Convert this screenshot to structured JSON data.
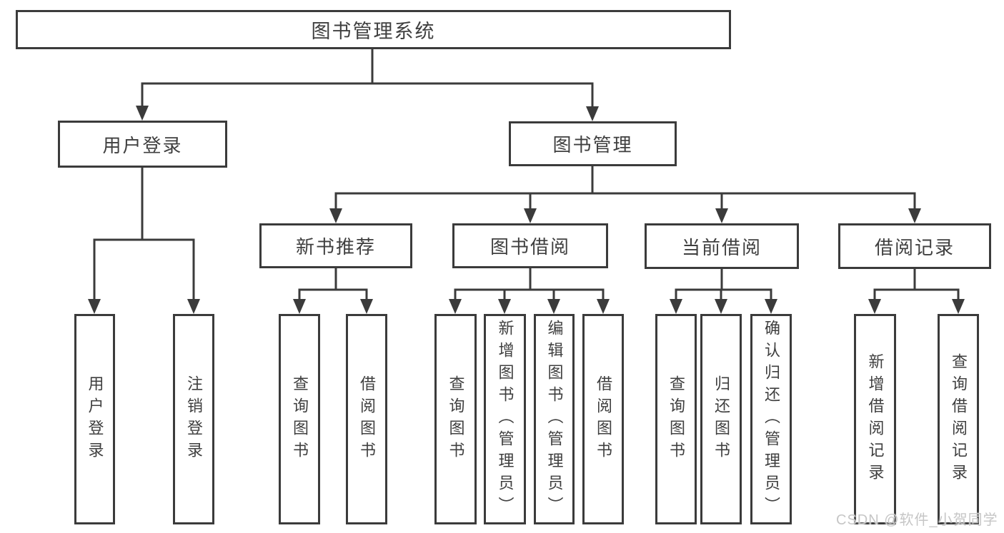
{
  "diagram": {
    "root": {
      "label": "图书管理系统"
    },
    "level2": [
      {
        "label": "用户登录"
      },
      {
        "label": "图书管理"
      }
    ],
    "level3": [
      {
        "label": "新书推荐",
        "parent": "图书管理"
      },
      {
        "label": "图书借阅",
        "parent": "图书管理"
      },
      {
        "label": "当前借阅",
        "parent": "图书管理"
      },
      {
        "label": "借阅记录",
        "parent": "图书管理"
      }
    ],
    "leaves": [
      {
        "label": "用户登录",
        "parent": "用户登录"
      },
      {
        "label": "注销登录",
        "parent": "用户登录"
      },
      {
        "label": "查询图书",
        "parent": "新书推荐"
      },
      {
        "label": "借阅图书",
        "parent": "新书推荐"
      },
      {
        "label": "查询图书",
        "parent": "图书借阅"
      },
      {
        "label": "新增图书（管理员）",
        "parent": "图书借阅"
      },
      {
        "label": "编辑图书（管理员）",
        "parent": "图书借阅"
      },
      {
        "label": "借阅图书",
        "parent": "图书借阅"
      },
      {
        "label": "查询图书",
        "parent": "当前借阅"
      },
      {
        "label": "归还图书",
        "parent": "当前借阅"
      },
      {
        "label": "确认归还（管理员）",
        "parent": "当前借阅"
      },
      {
        "label": "新增借阅记录",
        "parent": "借阅记录"
      },
      {
        "label": "查询借阅记录",
        "parent": "借阅记录"
      }
    ],
    "watermark": "CSDN @软件_小贺同学",
    "colors": {
      "line": "#3b3b3b",
      "text": "#3f3f3f",
      "watermark": "#c6c6c6",
      "background": "#ffffff"
    }
  }
}
